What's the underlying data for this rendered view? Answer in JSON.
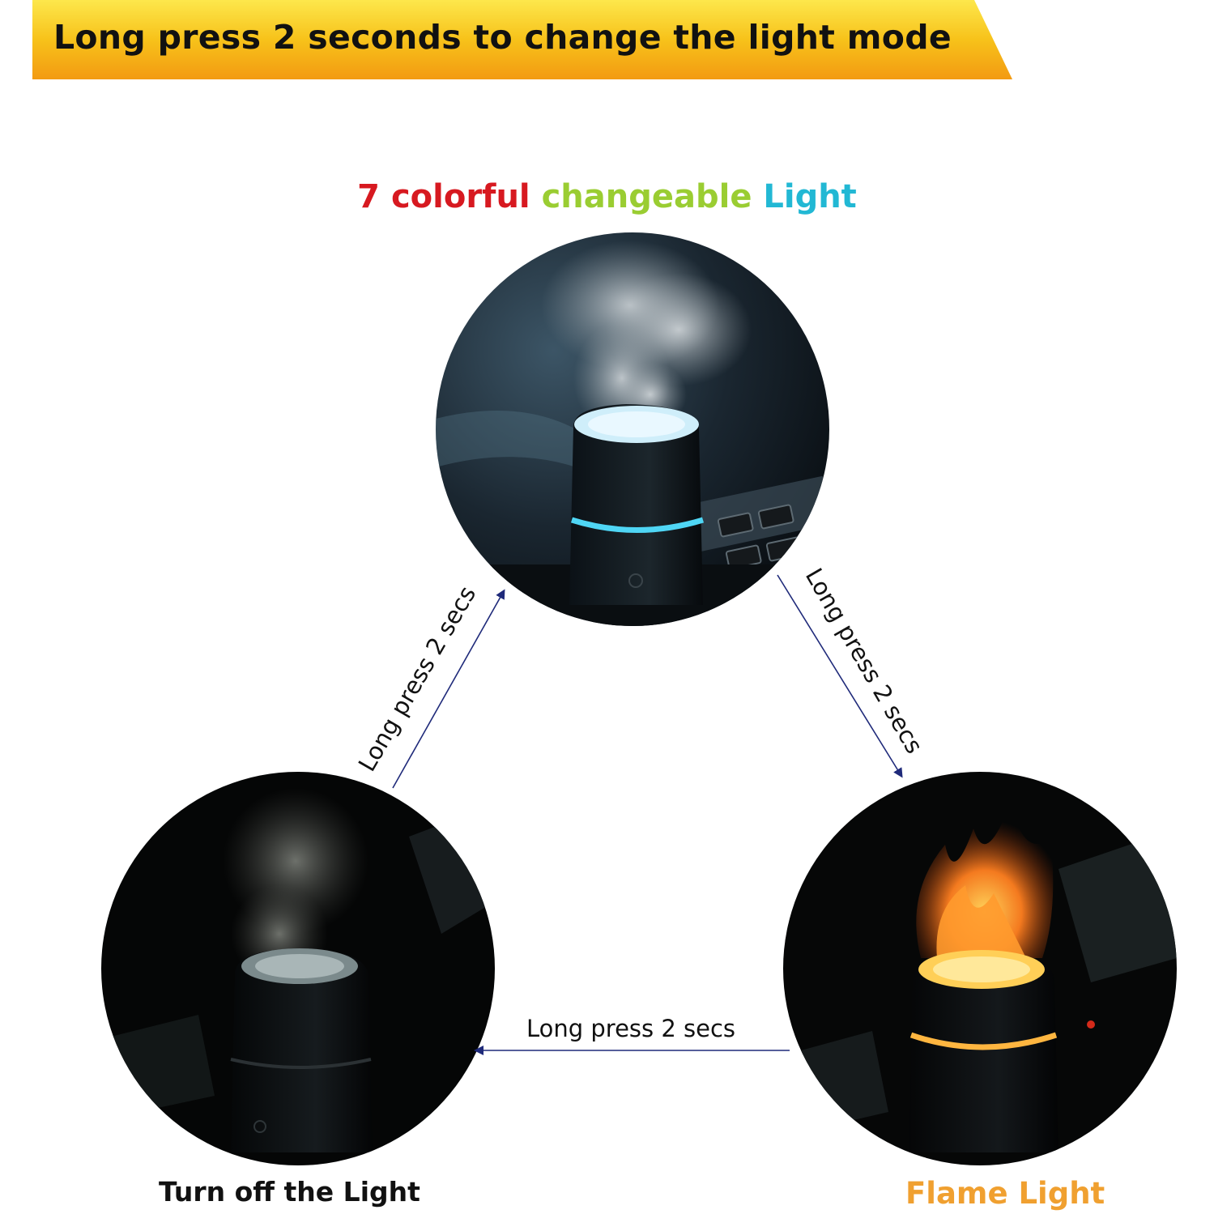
{
  "banner": {
    "text": "Long press 2 seconds to change the light mode",
    "colors": {
      "top": "#fdd835",
      "bottom": "#f39c12"
    }
  },
  "title": {
    "parts": [
      {
        "text": "7 ",
        "color": "#d71920"
      },
      {
        "text": "colorful ",
        "color": "#d71920"
      },
      {
        "text": "changeable ",
        "color": "#9acd32"
      },
      {
        "text": "Light",
        "color": "#22b8d4"
      }
    ]
  },
  "modes": {
    "colorful": {
      "icon": "humidifier-blue-light-photo"
    },
    "off": {
      "caption": "Turn off the Light",
      "caption_color": "#111111",
      "icon": "humidifier-no-light-photo"
    },
    "flame": {
      "caption": "Flame Light",
      "caption_color": "#f0a030",
      "icon": "humidifier-flame-light-photo"
    }
  },
  "edges": {
    "off_to_colorful": "Long press 2 secs",
    "colorful_to_flame": "Long press 2 secs",
    "flame_to_off": "Long press 2 secs"
  },
  "arrow_color": "#1f2a7a"
}
